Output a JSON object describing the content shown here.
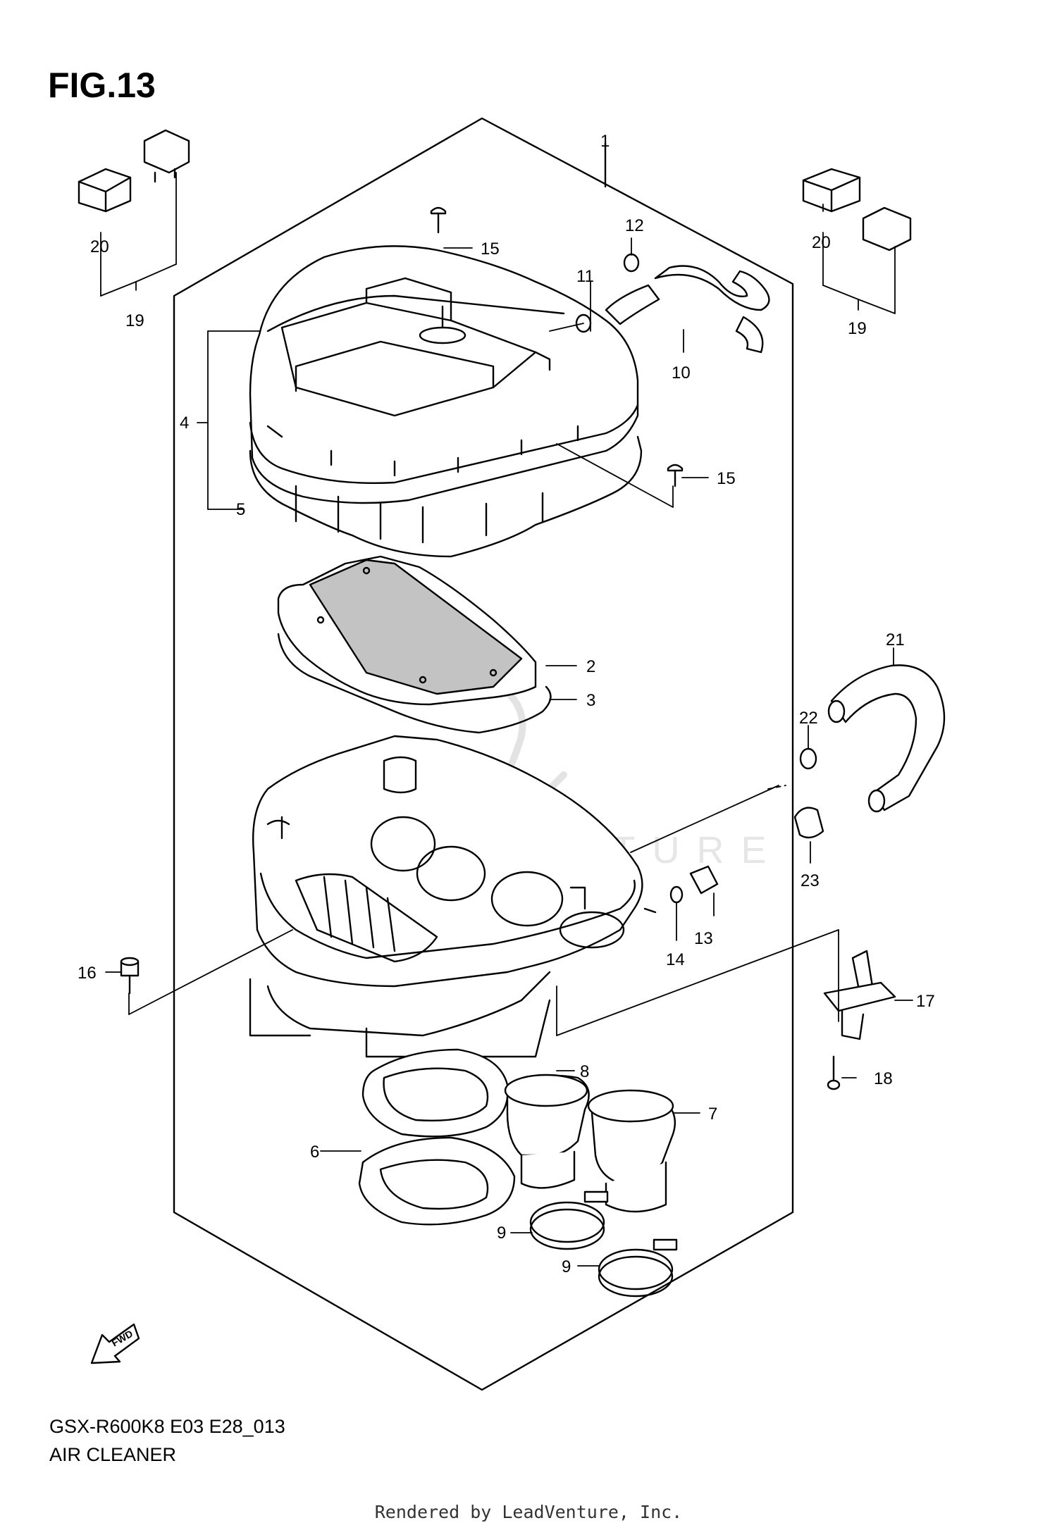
{
  "figure": {
    "title": "FIG.13",
    "model_code": "GSX-R600K8 E03 E28_013",
    "section_name": "AIR CLEANER",
    "watermark": "LEADVENTURE",
    "direction_label": "FWD",
    "footer": "Rendered by LeadVenture, Inc."
  },
  "callouts": [
    "1",
    "2",
    "3",
    "4",
    "5",
    "6",
    "7",
    "8",
    "9",
    "9",
    "10",
    "11",
    "12",
    "13",
    "14",
    "15",
    "15",
    "16",
    "17",
    "18",
    "19",
    "19",
    "20",
    "20",
    "21",
    "22",
    "23"
  ],
  "colors": {
    "line": "#000000",
    "watermark": "#e3e3e3",
    "background": "#ffffff"
  }
}
